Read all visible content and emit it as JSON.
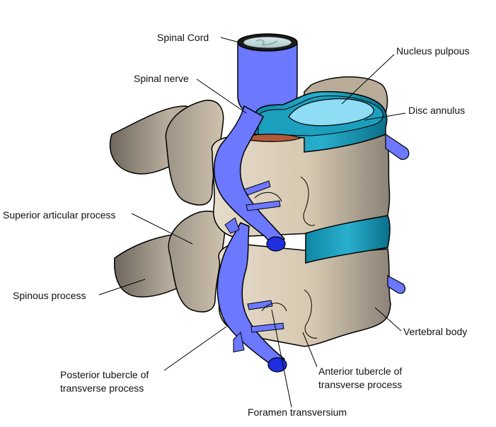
{
  "diagram": {
    "labels": {
      "spinal_cord": "Spinal Cord",
      "nucleus_pulpous": "Nucleus pulpous",
      "spinal_nerve": "Spinal nerve",
      "disc_annulus": "Disc annulus",
      "superior_articular_process": "Superior articular process",
      "spinous_process": "Spinous process",
      "vertebral_body": "Vertebral body",
      "posterior_tubercle_line1": "Posterior tubercle of",
      "posterior_tubercle_line2": "transverse process",
      "anterior_tubercle_line1": "Anterior tubercle of",
      "anterior_tubercle_line2": "transverse process",
      "foramen_transversium": "Foramen transversium"
    },
    "colors": {
      "bone": "#d8cbb4",
      "bone_dark": "#8a8176",
      "nerve": "#6b78ff",
      "nerve_dark": "#1f2fe0",
      "disc": "#1f9bb8",
      "disc_light": "#8fdcf5",
      "outline": "#000000"
    }
  }
}
